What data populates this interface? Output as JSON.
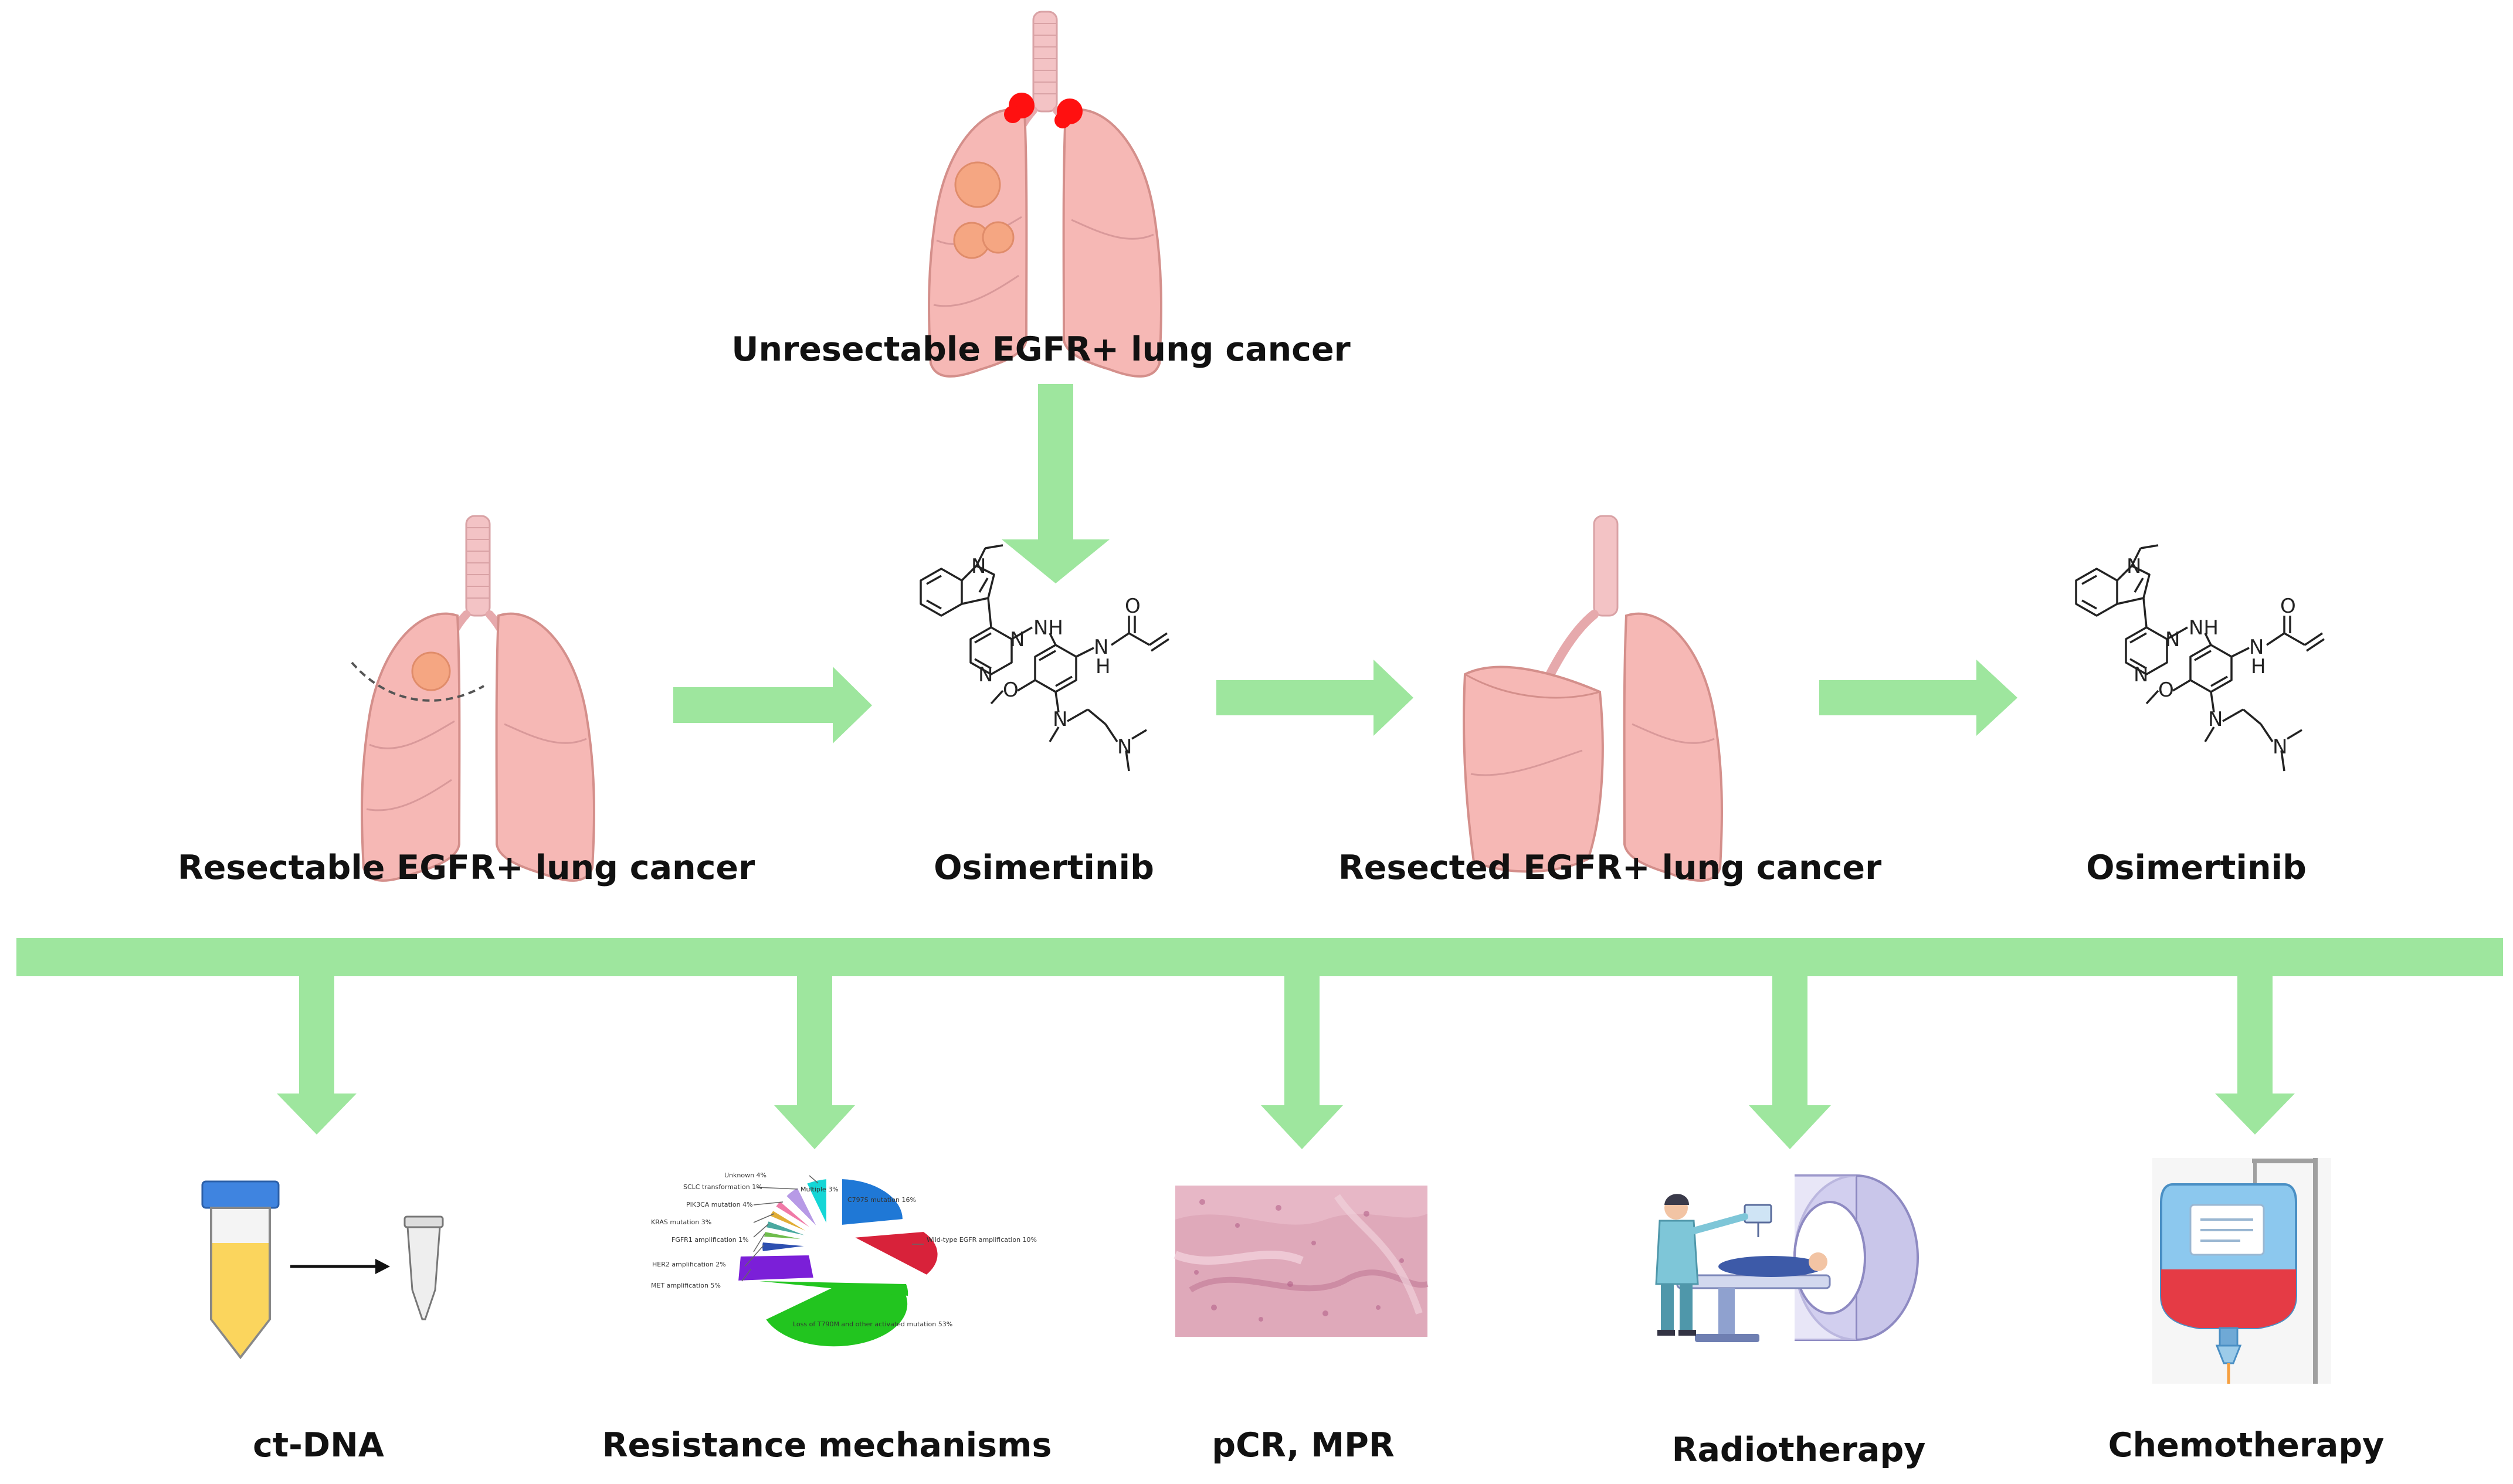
{
  "colors": {
    "arrow": "#9ee69e",
    "lung": "#f6b8b5",
    "lung_stroke": "#d48f8b",
    "tumor": "#f5a682",
    "hot_tumor": "#ff1010",
    "trachea": "#f3c3c5"
  },
  "labels": {
    "unresectable": "Unresectable EGFR+ lung cancer",
    "resectable": "Resectable EGFR+ lung cancer",
    "osimertinib_1": "Osimertinib",
    "resected": "Resected EGFR+ lung cancer",
    "osimertinib_2": "Osimertinib",
    "ctdna": "ct-DNA",
    "resistance": "Resistance mechanisms",
    "pcr": "pCR, MPR",
    "radiotherapy": "Radiotherapy",
    "chemotherapy": "Chemotherapy"
  },
  "icons": {
    "unresectable": "lungs-multiple-tumors-icon",
    "resectable": "lungs-single-tumor-icon",
    "resected": "lungs-resected-icon",
    "molecule": "osimertinib-molecule-icon",
    "ctdna": "blood-tube-to-eppendorf-icon",
    "resistance": "resistance-pie-chart-icon",
    "pcr": "histology-slide-icon",
    "radiotherapy": "radiotherapy-machine-icon",
    "chemotherapy": "iv-bag-icon"
  },
  "molecule_atoms": [
    "N",
    "N",
    "N",
    "NH",
    "O",
    "N",
    "H",
    "O",
    "N",
    "N"
  ],
  "pie_labels": [
    "Unknown 4%",
    "SCLC transformation 1%",
    "PIK3CA mutation 4%",
    "KRAS mutation 3%",
    "FGFR1 amplification 1%",
    "HER2 amplification 2%",
    "MET amplification 5%",
    "Multiple 3%",
    "C797S mutation 16%",
    "Wild-type EGFR amplification 10%",
    "Loss of T790M and other activated mutation 53%"
  ]
}
